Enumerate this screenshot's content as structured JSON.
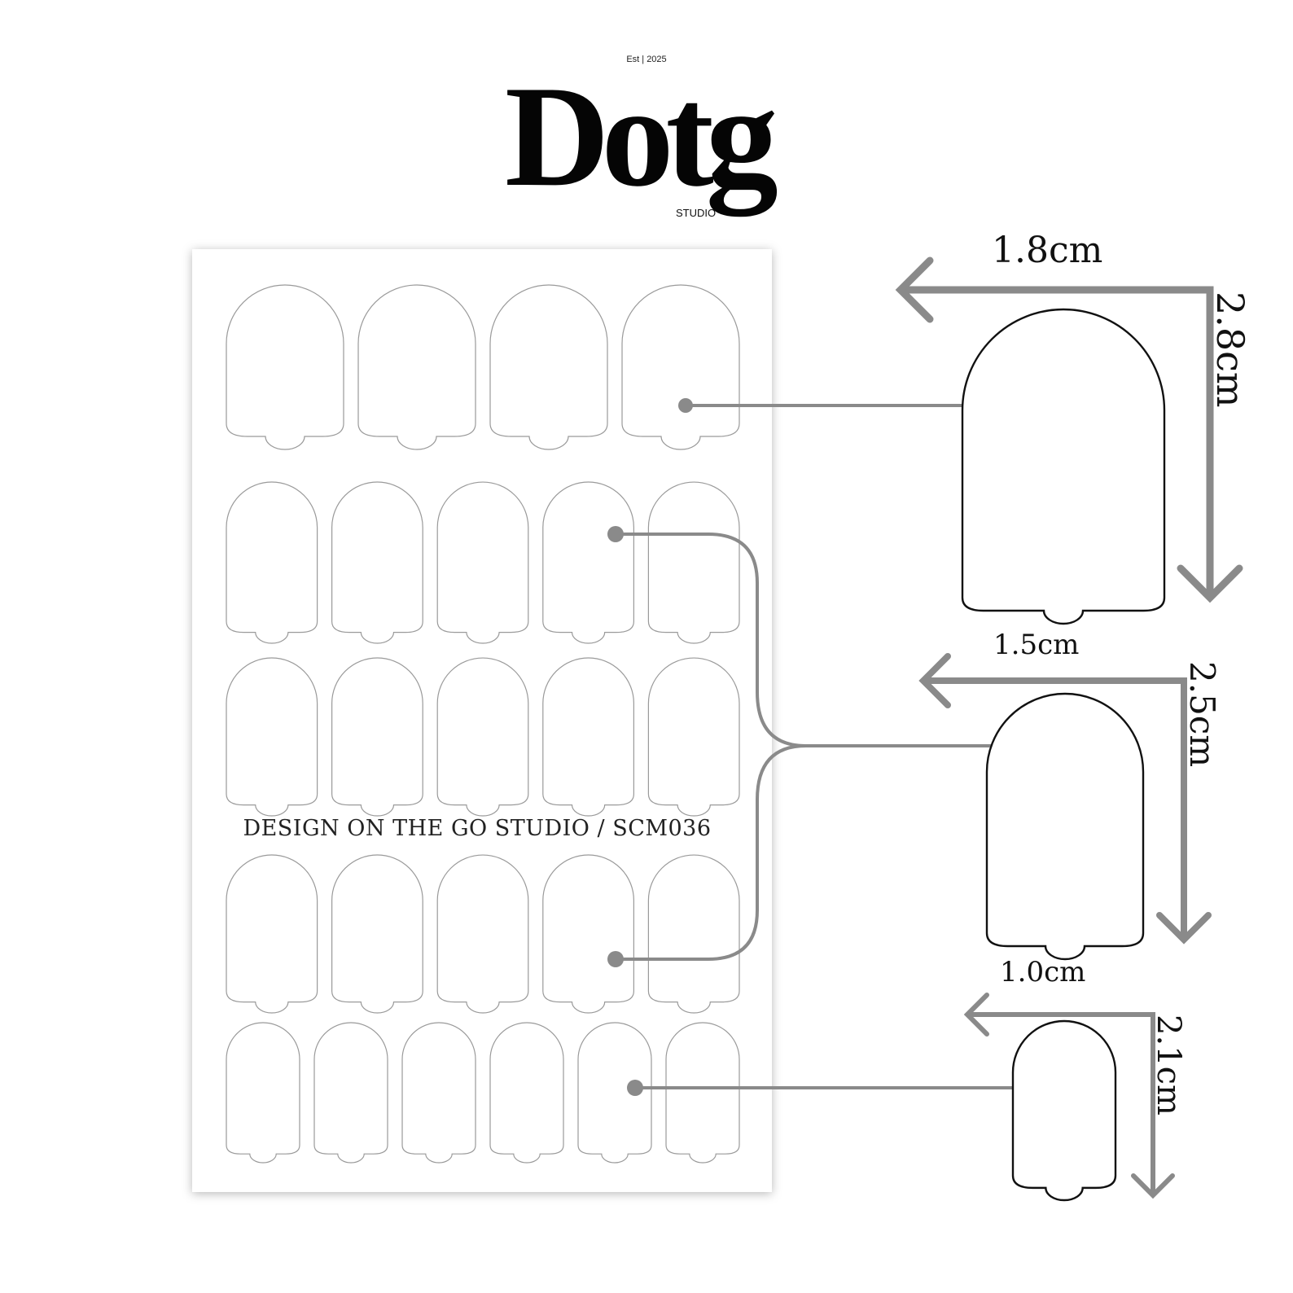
{
  "brand": {
    "est": "Est | 2025",
    "name": "Dotg",
    "sub": "STUDIO"
  },
  "sheet": {
    "label": "DESIGN ON THE GO STUDIO / SCM036",
    "rows": [
      4,
      5,
      5,
      5,
      6
    ]
  },
  "dimensions": [
    {
      "width": "1.8cm",
      "height": "2.8cm"
    },
    {
      "width": "1.5cm",
      "height": "2.5cm"
    },
    {
      "width": "1.0cm",
      "height": "2.1cm"
    }
  ],
  "colors": {
    "sheet": "#ffffff",
    "outline": "#9a9a9a",
    "guide": "#8a8a8a",
    "detail_outline": "#111111"
  }
}
